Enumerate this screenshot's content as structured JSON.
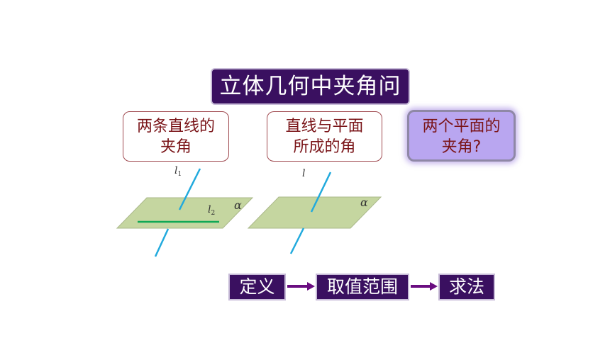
{
  "title": "立体几何中夹角问题",
  "cards": [
    {
      "line1": "两条直线的",
      "line2": "夹角"
    },
    {
      "line1": "直线与平面",
      "line2": "所成的角"
    },
    {
      "line1": "两个平面的",
      "line2": "夹角?"
    }
  ],
  "diagram_labels": {
    "l1_letter": "l",
    "l1_sub": "1",
    "l2_letter": "l",
    "l2_sub": "2",
    "alpha1": "α",
    "l_single": "l",
    "alpha2": "α"
  },
  "flow": [
    "定义",
    "取值范围",
    "求法"
  ],
  "colors": {
    "title_bg": "#3a1060",
    "card_text": "#7a1418",
    "card_border": "#a04a50",
    "highlight_bg": "#b9a6f0",
    "plane_fill": "#c5d6a0",
    "line_blue": "#22aadd",
    "line_green": "#11a855",
    "arrow": "#6a0d80"
  }
}
